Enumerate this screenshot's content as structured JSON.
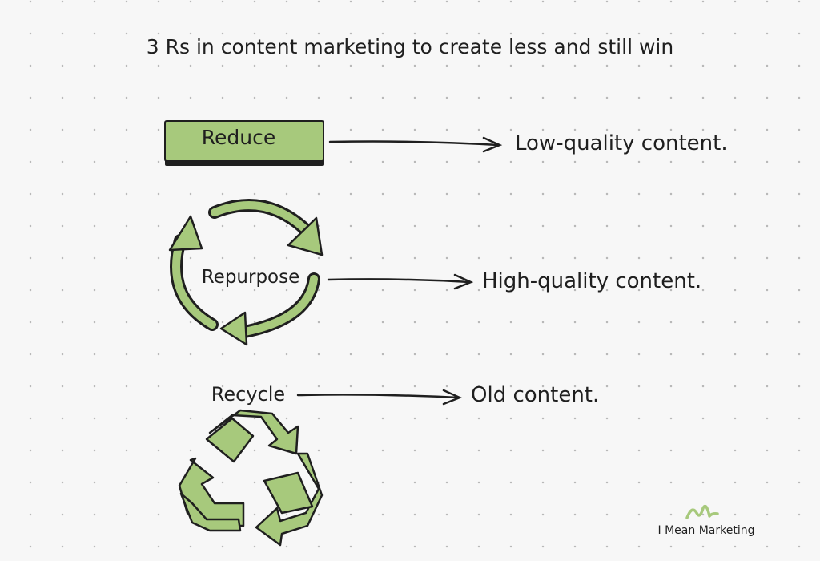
{
  "title": "3 Rs in content marketing to create less and still win",
  "items": [
    {
      "label": "Reduce",
      "description": "Low-quality content."
    },
    {
      "label": "Repurpose",
      "description": "High-quality content."
    },
    {
      "label": "Recycle",
      "description": "Old content."
    }
  ],
  "brand": {
    "name": "I Mean Marketing"
  },
  "colors": {
    "accent_green": "#a7c97c",
    "ink": "#1f1f1f",
    "background": "#f7f7f7",
    "dots": "#b9b9b9"
  }
}
